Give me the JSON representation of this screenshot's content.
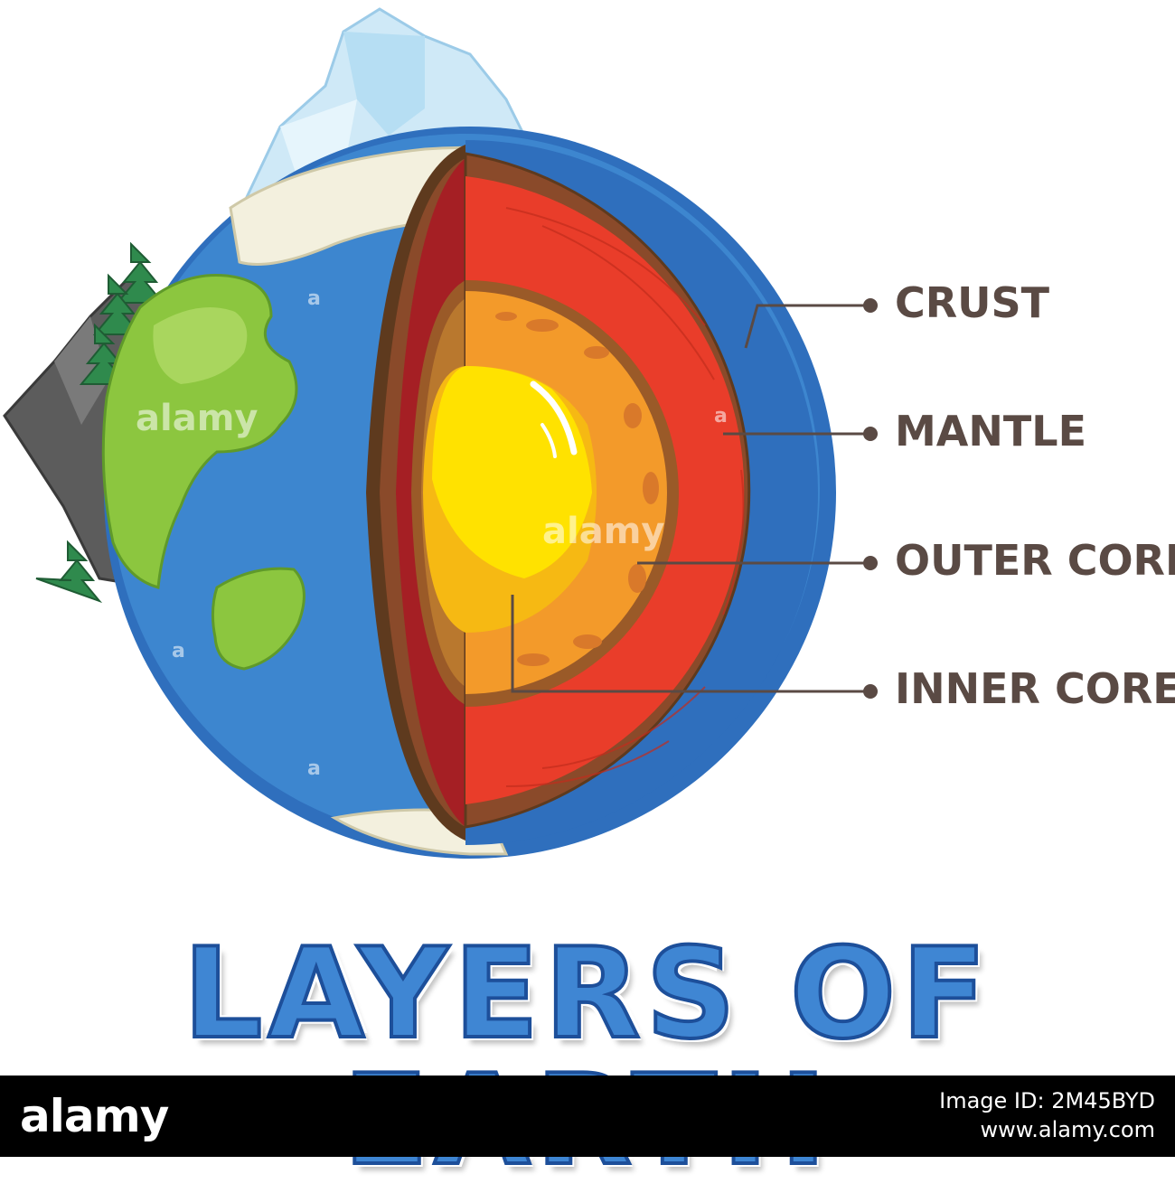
{
  "diagram": {
    "title": "LAYERS OF EARTH",
    "labels": {
      "crust": "CRUST",
      "mantle": "MANTLE",
      "outer_core": "OUTER CORE",
      "inner_core": "INNER CORE"
    },
    "colors": {
      "ocean": "#3d86cf",
      "land": "#8cc63f",
      "crust": "#8a4a2a",
      "mantle": "#e93d2a",
      "outer_core": "#f39a2a",
      "inner_core": "#ffe200",
      "ice": "#cfe9f7",
      "title_fill": "#3f86d3",
      "label_text": "#5a4a44"
    }
  },
  "watermark": {
    "text": "alamy",
    "mark": "a"
  },
  "footer": {
    "logo": "alamy",
    "image_id_line": "Image ID: 2M45BYD",
    "url": "www.alamy.com"
  }
}
